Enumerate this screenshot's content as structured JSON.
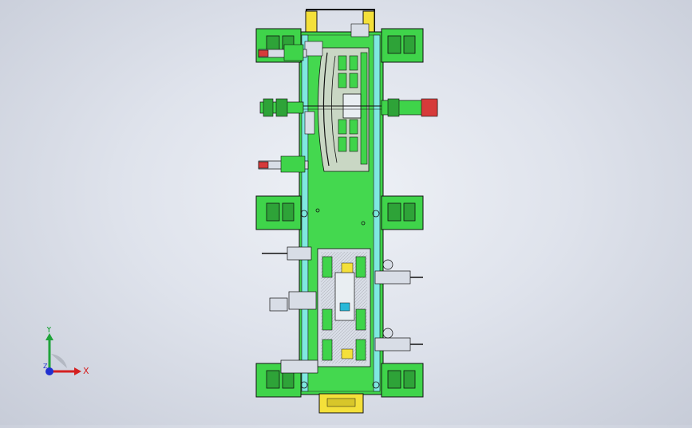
{
  "viewport": {
    "background_center": "#eef1f6",
    "background_edge": "#c7ccd8"
  },
  "model": {
    "description_colors": {
      "plate": "#3fd44a",
      "plate_dark": "#2ea338",
      "rail": "#7fe8e0",
      "clamp_block": "#d8dde6",
      "accent_red": "#d63a3a",
      "locator_yellow": "#f4e03a",
      "line": "#1b1b1b"
    }
  },
  "triad": {
    "x_label": "X",
    "y_label": "Y",
    "z_label": "Z",
    "x_color": "#d42020",
    "y_color": "#1fa33a",
    "z_color": "#2030d0"
  }
}
